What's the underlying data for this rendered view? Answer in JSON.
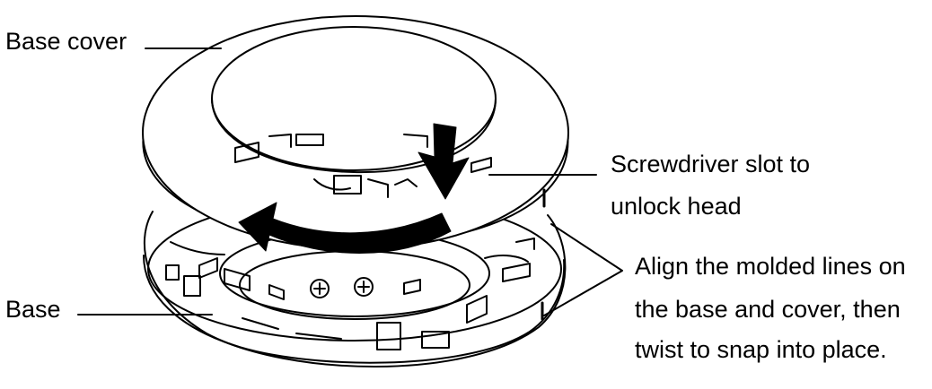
{
  "labels": {
    "base_cover": "Base cover",
    "base": "Base",
    "screwdriver_line1": "Screwdriver slot to",
    "screwdriver_line2": "unlock head",
    "align_line1": "Align the molded lines on",
    "align_line2": "the base and cover, then",
    "align_line3": "twist to snap into place."
  },
  "colors": {
    "ink": "#000000",
    "paper": "#ffffff"
  },
  "icons": {
    "push_arrow": "down-arrow",
    "twist_arrow": "curved-left-arrow"
  }
}
